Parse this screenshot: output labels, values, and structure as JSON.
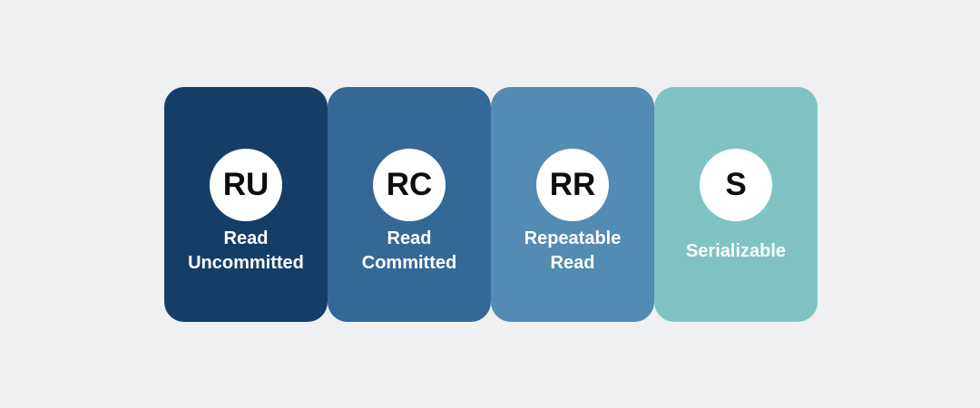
{
  "levels": [
    {
      "abbr": "RU",
      "name": "Read Uncommitted",
      "color": "#153e67"
    },
    {
      "abbr": "RC",
      "name": "Read Committed",
      "color": "#366897"
    },
    {
      "abbr": "RR",
      "name": "Repeatable Read",
      "color": "#538bb2"
    },
    {
      "abbr": "S",
      "name": "Serializable",
      "color": "#7fc4c3"
    }
  ]
}
